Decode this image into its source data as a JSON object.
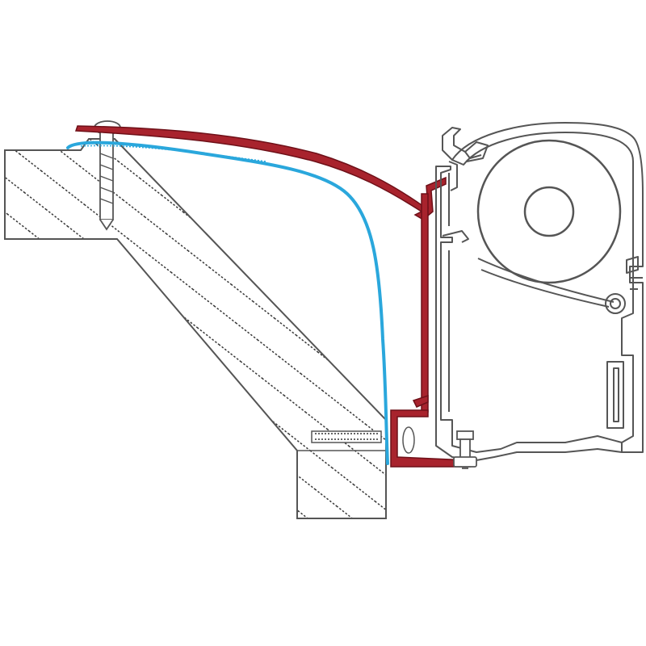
{
  "colors": {
    "background": "#ffffff",
    "outline": "#555555",
    "hatch": "#333333",
    "bracket_fill": "#a8232d",
    "bracket_stroke": "#6e1018",
    "seal": "#2aa7dc",
    "metal_light": "#ffffff"
  },
  "parts": [
    {
      "id": "vehicle-wall",
      "kind": "hatched-block"
    },
    {
      "id": "mounting-bracket",
      "kind": "adapter-profile"
    },
    {
      "id": "rubber-seal",
      "kind": "seal-line"
    },
    {
      "id": "awning-cassette",
      "kind": "aluminium-profile"
    },
    {
      "id": "fixing-screw",
      "kind": "screw"
    },
    {
      "id": "fixing-bolt",
      "kind": "bolt"
    }
  ]
}
